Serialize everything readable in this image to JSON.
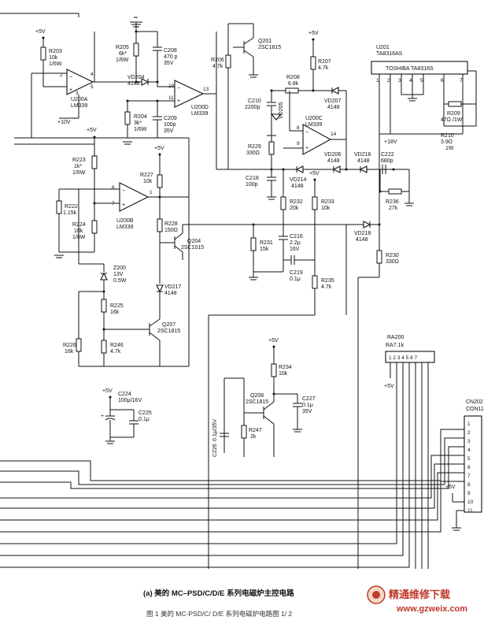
{
  "title": "(a)  美的 MC–PSD/C/D/E 系列电磁炉主控电路",
  "caption": "图 1  美的 MC-PSD/C/ D/E 系列电磁炉电路图 1/ 2",
  "watermark": {
    "name": "精通维修下载",
    "url": "www.gzweix.com",
    "color": "#c0392b"
  },
  "supplies": {
    "p5v": "+5V",
    "p10v": "+10V",
    "p18v": "+18V"
  },
  "ics": {
    "u200a": {
      "ref": "U200A",
      "part": "LM339"
    },
    "u200b": {
      "ref": "U200B",
      "part": "LM339"
    },
    "u200c": {
      "ref": "U200C",
      "part": "LM339"
    },
    "u200d": {
      "ref": "U200D",
      "part": "LM339"
    },
    "u201": {
      "ref": "U201",
      "part": "TA8316AS",
      "body": "TOSHIBA TA8316S"
    }
  },
  "pins": {
    "a_in": "2",
    "a_out3": "3",
    "a_in4": "4",
    "a_in5": "5",
    "b6": "6",
    "b7": "7",
    "b1": "1",
    "c8": "8",
    "c9": "9",
    "c14": "14",
    "d10": "10",
    "d11": "11",
    "d13": "13",
    "u201pins": [
      "1",
      "2",
      "3",
      "4",
      "5",
      "6",
      "7"
    ]
  },
  "resistors": {
    "r203": [
      "R203",
      "10k",
      "1/6W"
    ],
    "r205": [
      "R205",
      "6k*",
      "1/6W"
    ],
    "r204": [
      "R204",
      "3k*",
      "1/6W"
    ],
    "r206": [
      "R206",
      "4.7k"
    ],
    "r208": [
      "R208",
      "6.8k"
    ],
    "r207": [
      "R207",
      "4.7k"
    ],
    "r229": [
      "R229",
      "330Ω"
    ],
    "r223": [
      "R223",
      "1k*",
      "1/6W"
    ],
    "r222": [
      "R222",
      "1.15k"
    ],
    "r224": [
      "R224",
      "10k",
      "1/6W"
    ],
    "r227": [
      "R227",
      "10k"
    ],
    "r228": [
      "R228",
      "150Ω"
    ],
    "r232": [
      "R232",
      "20k"
    ],
    "r233": [
      "R233",
      "10k"
    ],
    "r231": [
      "R231",
      "15k"
    ],
    "r235": [
      "R235",
      "4.7k"
    ],
    "r236": [
      "R236",
      "27k"
    ],
    "r230": [
      "R230",
      "330Ω"
    ],
    "r225": [
      "R225",
      "16k"
    ],
    "r226": [
      "R226",
      "16k"
    ],
    "r246": [
      "R246",
      "4.7k"
    ],
    "r234": [
      "R234",
      "10k"
    ],
    "r247": [
      "R247",
      "2k"
    ],
    "r209": [
      "R209",
      "47Ω /1W"
    ],
    "r210": [
      "R210",
      "3.9Ω",
      "1W"
    ]
  },
  "capacitors": {
    "c208": [
      "C208",
      "470 p",
      "35V"
    ],
    "c209": [
      "C209",
      "100p",
      "35V"
    ],
    "c210": [
      "C210",
      "2200p"
    ],
    "c218": [
      "C218",
      "100p"
    ],
    "c222": [
      "C222",
      "680p"
    ],
    "c216": [
      "C216",
      "2.2μ",
      "16V"
    ],
    "c219": [
      "C219",
      "0.1μ"
    ],
    "c224": [
      "C224",
      "100μ/16V"
    ],
    "c225": [
      "C225",
      "0.1μ"
    ],
    "c226": [
      "C226",
      "0.1μ/35V"
    ],
    "c227": [
      "C227",
      "0.1μ",
      "35V"
    ]
  },
  "diodes": {
    "vd204": [
      "VD204",
      "4148"
    ],
    "vd205": [
      "VD205",
      "4148"
    ],
    "vd207": [
      "VD207",
      "4148"
    ],
    "vd214": [
      "VD214",
      "4148"
    ],
    "vd206": [
      "VD206",
      "4148"
    ],
    "vd216": [
      "VD216",
      "4148"
    ],
    "vd218": [
      "VD218",
      "4148"
    ],
    "vd217": [
      "VD217",
      "4148"
    ],
    "z200": [
      "Z200",
      "13V",
      "0.5W"
    ]
  },
  "transistors": {
    "q201": [
      "Q201",
      "2SC1815"
    ],
    "q204": [
      "Q204",
      "2SC1015"
    ],
    "q207": [
      "Q207",
      "2SC1815"
    ],
    "q208": [
      "Q208",
      "2SC1815"
    ]
  },
  "ra200": [
    "RA200",
    "RA7.1k"
  ],
  "cn202": {
    "ref": "CN202",
    "type": "CON11",
    "pins": [
      "1",
      "2",
      "3",
      "4",
      "5",
      "6",
      "7",
      "8",
      "9",
      "10",
      "11"
    ]
  }
}
